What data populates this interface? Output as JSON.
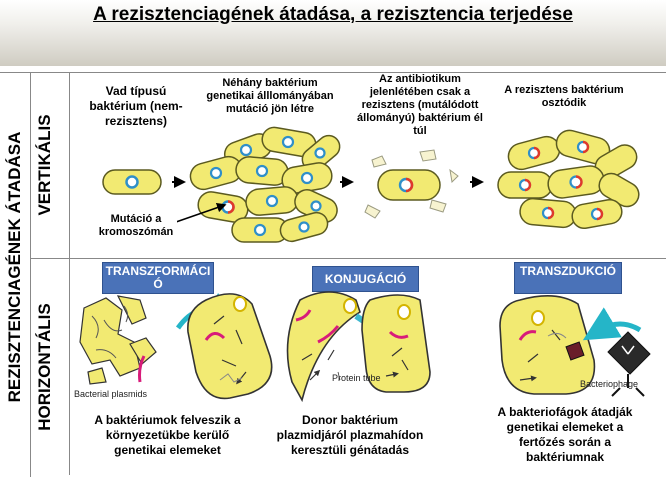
{
  "title": "A rezisztenciagének átadása, a rezisztencia terjedése",
  "side_label": "REZISZTENCIAGÉNEK ÁTADÁSA",
  "vertical": {
    "label": "VERTIKÁLIS",
    "steps": [
      "Vad típusú baktérium (nem-rezisztens)",
      "Néhány baktérium genetikai álllományában mutáció jön létre",
      "Az antibiotikum jelenlétében csak a rezisztens (mutálódott állományú) baktérium él túl",
      "A rezisztens baktérium osztódik"
    ],
    "mutation_note": "Mutáció a kromoszómán"
  },
  "horizontal": {
    "label": "HORIZONTÁLIS",
    "panels": [
      {
        "tag": "TRANSZFORMÁCIÓ",
        "figure_label": "Bacterial plasmids",
        "caption": "A baktériumok felveszik a környezetükbe kerülő genetikai elemeket"
      },
      {
        "tag": "KONJUGÁCIÓ",
        "figure_label": "Protein tube",
        "caption": "Donor baktérium plazmidjáról plazmahídon keresztüli génátadás"
      },
      {
        "tag": "TRANSZDUKCIÓ",
        "figure_label": "Bacteriophage",
        "caption": "A bakteriofágok átadják genetikai elemeket a fertőzés során a baktériumnak"
      }
    ]
  },
  "colors": {
    "cell_fill": "#f2ea72",
    "cell_stroke": "#5b5a20",
    "ring": "#2f8fc9",
    "mutation_red": "#e03a2b",
    "tag_blue": "#4a72b8",
    "arrow_cyan": "#25b5c8"
  }
}
